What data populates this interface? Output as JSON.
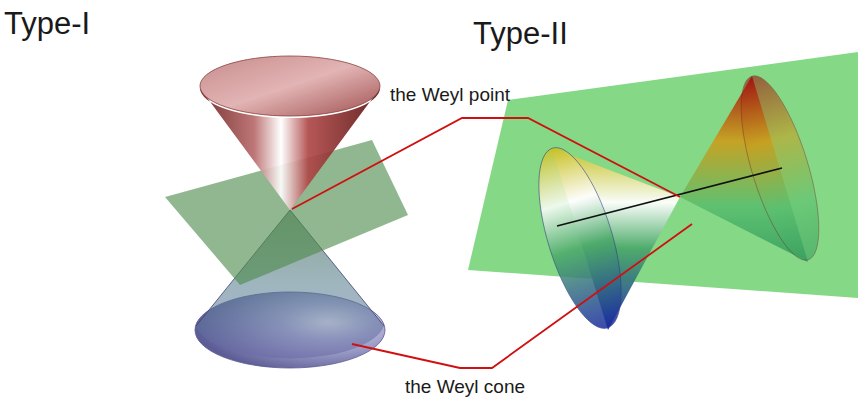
{
  "diagram": {
    "labels": [
      "Type-I",
      "Type-II",
      "the Weyl point",
      "the Weyl cone"
    ]
  }
}
